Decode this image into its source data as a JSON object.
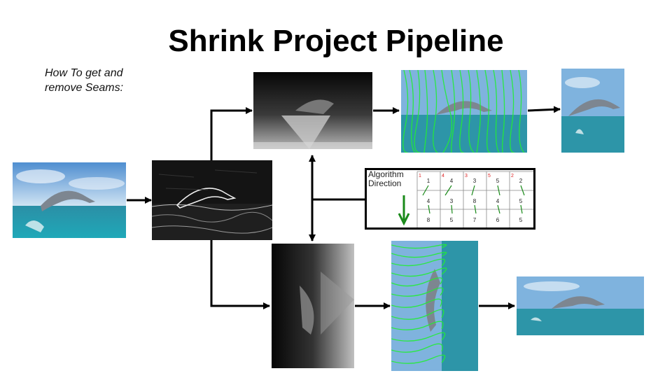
{
  "title": "Shrink Project Pipeline",
  "note": "How To get and remove Seams:",
  "algorithm_box": {
    "label": "Algorithm Direction",
    "grid": [
      [
        "1",
        "4",
        "3",
        "5",
        "2"
      ],
      [
        "4",
        "3",
        "8",
        "4",
        "5"
      ],
      [
        "8",
        "5",
        "7",
        "6",
        "5"
      ]
    ],
    "red_numbers": [
      "1",
      "4",
      "3",
      "5",
      "2"
    ]
  },
  "images": {
    "original": "dolphin-photo",
    "energy_map": "edge-energy-map",
    "cumulative_vertical": "cumulative-energy-vertical",
    "seams_vertical": "seams-overlay-vertical",
    "result_horizontal_shrink": "shrunk-width-result",
    "cumulative_horizontal": "cumulative-energy-rotated",
    "seams_horizontal": "seams-overlay-rotated",
    "result_vertical_shrink": "shrunk-height-result"
  },
  "colors": {
    "seam": "#22ee33",
    "arrow": "#000000",
    "algo_arrow": "#1a8a1a",
    "red_text": "#dd2222"
  }
}
